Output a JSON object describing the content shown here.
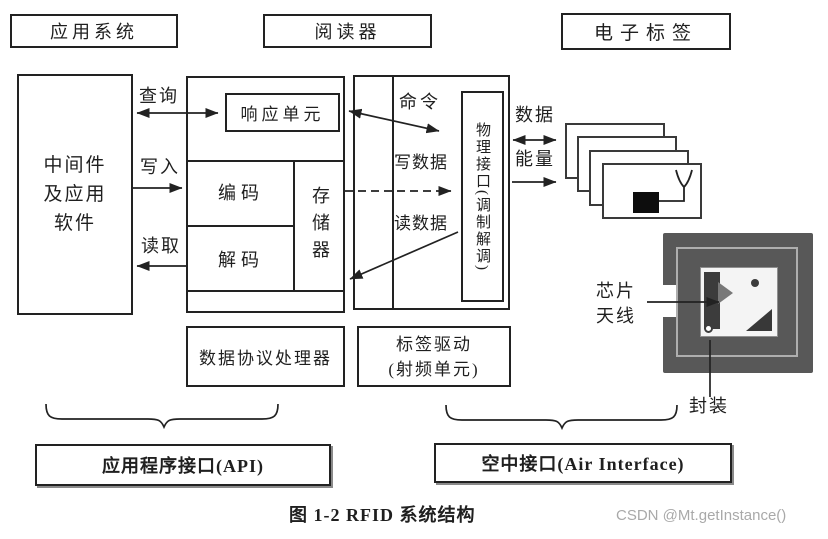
{
  "top_boxes": {
    "application": "应用系统",
    "reader": "阅读器",
    "tag": "电子标签"
  },
  "middleware": {
    "line1": "中间件",
    "line2": "及应用",
    "line3": "软件"
  },
  "reader_section": {
    "response_unit": "响应单元",
    "encoder": "编码",
    "decoder": "解码",
    "memory": "存储器",
    "protocol_processor": "数据协议处理器"
  },
  "rf_section": {
    "physical_interface": "物理接口(调制解调)",
    "tag_driver_line1": "标签驱动",
    "tag_driver_line2": "(射频单元)"
  },
  "arrow_labels": {
    "query": "查询",
    "write": "写入",
    "read": "读取",
    "command": "命令",
    "write_data": "写数据",
    "read_data": "读数据",
    "data": "数据",
    "energy": "能量"
  },
  "tag_annotations": {
    "chip": "芯片",
    "antenna": "天线",
    "package": "封装"
  },
  "interface_boxes": {
    "api": "应用程序接口(API)",
    "air": "空中接口(Air Interface)"
  },
  "caption": "图 1-2  RFID 系统结构",
  "watermark": "CSDN @Mt.getInstance()",
  "colors": {
    "line": "#222222",
    "watermark_gray": "#a9a9a9",
    "photo_dark": "#585858",
    "photo_white": "#f4f4f4"
  }
}
